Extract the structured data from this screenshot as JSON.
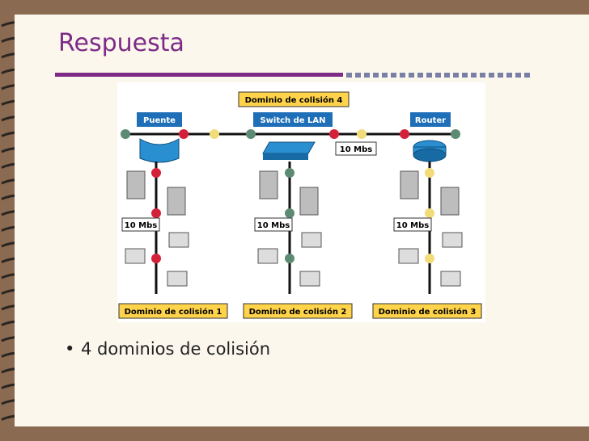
{
  "slide": {
    "title": "Respuesta",
    "bullet": "4 dominios de colisión"
  },
  "diagram": {
    "top_domain": "Dominio de colisión 4",
    "devices": [
      "Puente",
      "Switch de LAN",
      "Router"
    ],
    "link_label": "10 Mbs",
    "segment_labels": [
      "10 Mbs",
      "10 Mbs",
      "10 Mbs"
    ],
    "domains": [
      "Dominio de colisión 1",
      "Dominio de colisión 2",
      "Dominio de colisión 3"
    ]
  },
  "colors": {
    "title": "#7d2b87",
    "background": "#8b6a52",
    "slide": "#fbf7ec",
    "device_label": "#1f6fb8",
    "domain_label": "#ffd34a",
    "node_red": "#d4213a",
    "node_green": "#5d8a72",
    "node_yellow": "#f2dc7a"
  }
}
